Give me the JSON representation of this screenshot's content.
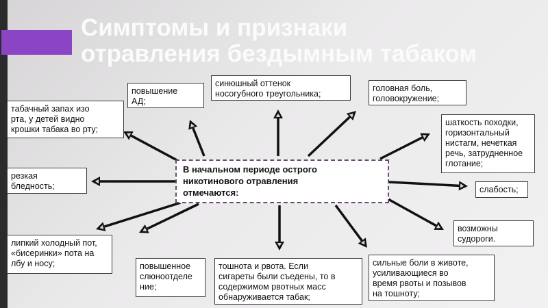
{
  "slide": {
    "title": "Симптомы и признаки\nотравления бездымным табаком",
    "center_text": "В начальном периоде острого\nникотинового отравления\nотмечаются:",
    "symptoms": [
      {
        "id": "bp",
        "text": "повышение\nАД;"
      },
      {
        "id": "cyanosis",
        "text": "синюшный оттенок\nносогубного треугольника;"
      },
      {
        "id": "headache",
        "text": "головная боль,\nголовокружение;"
      },
      {
        "id": "gait",
        "text": "шаткость походки,\nгоризонтальный\nнистагм, нечеткая\nречь, затрудненное\nглотание;"
      },
      {
        "id": "weakness",
        "text": "слабость;"
      },
      {
        "id": "seizures",
        "text": "возможны\nсудороги."
      },
      {
        "id": "abdominal-pain",
        "text": "сильные боли в животе,\nусиливающиеся во\nвремя рвоты и позывов\nна тошноту;"
      },
      {
        "id": "nausea",
        "text": "тошнота и рвота. Если\nсигареты были съедены, то в\nсодержимом рвотных масс\nобнаруживается табак;"
      },
      {
        "id": "salivation",
        "text": "повышенное\nслюноотделе\nние;"
      },
      {
        "id": "sweat",
        "text": "липкий холодный пот,\n«бисеринки» пота на\nлбу и носу;"
      },
      {
        "id": "pallor",
        "text": "резкая\nбледность;"
      },
      {
        "id": "tobacco-smell",
        "text": "табачный запах изо\nрта, у детей видно\nкрошки табака во рту;"
      }
    ]
  },
  "colors": {
    "accent": "#8b44c4",
    "dark_bar": "#2b2b2b",
    "center_border": "#6b4a73",
    "arrow": "#111111"
  }
}
